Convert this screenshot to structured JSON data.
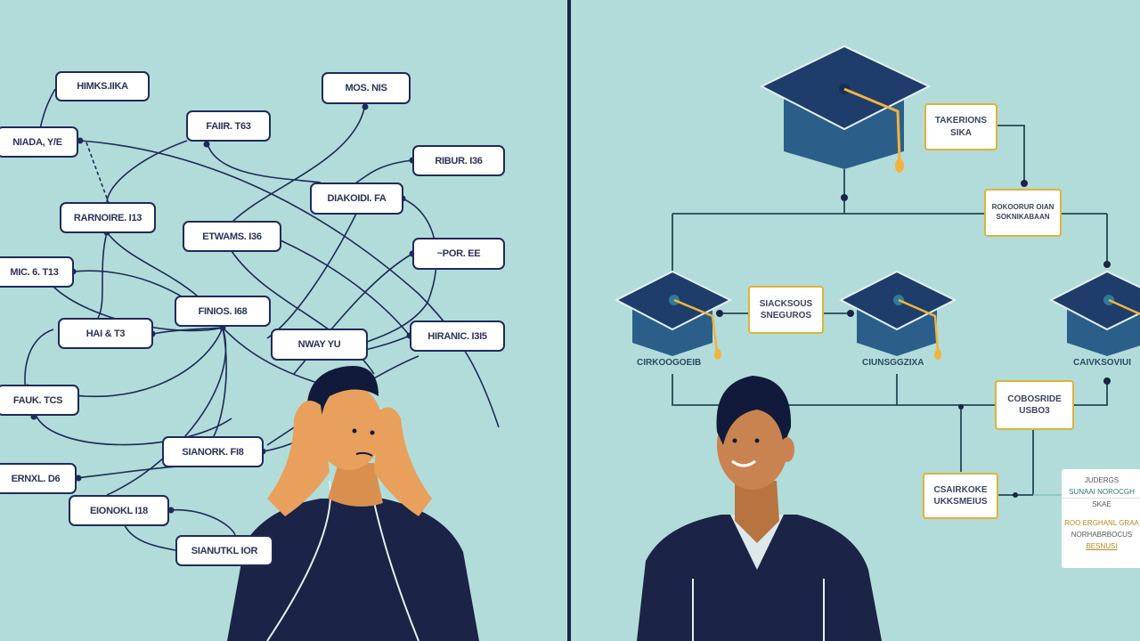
{
  "left_panel": {
    "nodes": [
      {
        "label": "HIMKS.IIKA"
      },
      {
        "label": "NIADA, Y/E"
      },
      {
        "label": "MOS. NIS"
      },
      {
        "label": "FAIIR. T63"
      },
      {
        "label": "RIBUR. I36"
      },
      {
        "label": "DIAKOIDI. FA"
      },
      {
        "label": "RARNOIRE. I13"
      },
      {
        "label": "ETWAMS. I36"
      },
      {
        "label": "~POR. EE"
      },
      {
        "label": "MIC. 6. T13"
      },
      {
        "label": "FINIOS. I68"
      },
      {
        "label": "HAI & T3"
      },
      {
        "label": "NWAY YU"
      },
      {
        "label": "HIRANIC. I3I5"
      },
      {
        "label": "FAUK. TCS"
      },
      {
        "label": "SIANORK. FI8"
      },
      {
        "label": "ERNXL. D6"
      },
      {
        "label": "EIONOKL I18"
      },
      {
        "label": "SIANUTKL IOR"
      }
    ]
  },
  "right_panel": {
    "boxes": [
      {
        "line1": "TAKERIONS",
        "line2": "SIKA"
      },
      {
        "line1": "ROKOORUR OIAN",
        "line2": "SOKNIKABAAN"
      },
      {
        "line1": "SIACKSOUS",
        "line2": "SNEGUROS"
      },
      {
        "line1": "COBOSRIDE",
        "line2": "USBO3"
      },
      {
        "line1": "CSAIRKOKE",
        "line2": "UKKSMEIUS"
      }
    ],
    "cap_labels": [
      "CIRKOOGOEIB",
      "CIUNSGGZIXA",
      "CAIVKSOVIUI"
    ],
    "info_panel": [
      "JUDERGS",
      "SUNAAI NOROCGH",
      "SKAE",
      "ROO ERGHANL GRAA",
      "NORHABRBOCUS",
      "BESNUSI"
    ]
  },
  "colors": {
    "background": "#b2dcd9",
    "navy": "#1b2346",
    "cap_top": "#1e3d6b",
    "cap_body": "#2b5f8a",
    "tassel": "#f2b33d",
    "skin": "#e8a05c"
  }
}
